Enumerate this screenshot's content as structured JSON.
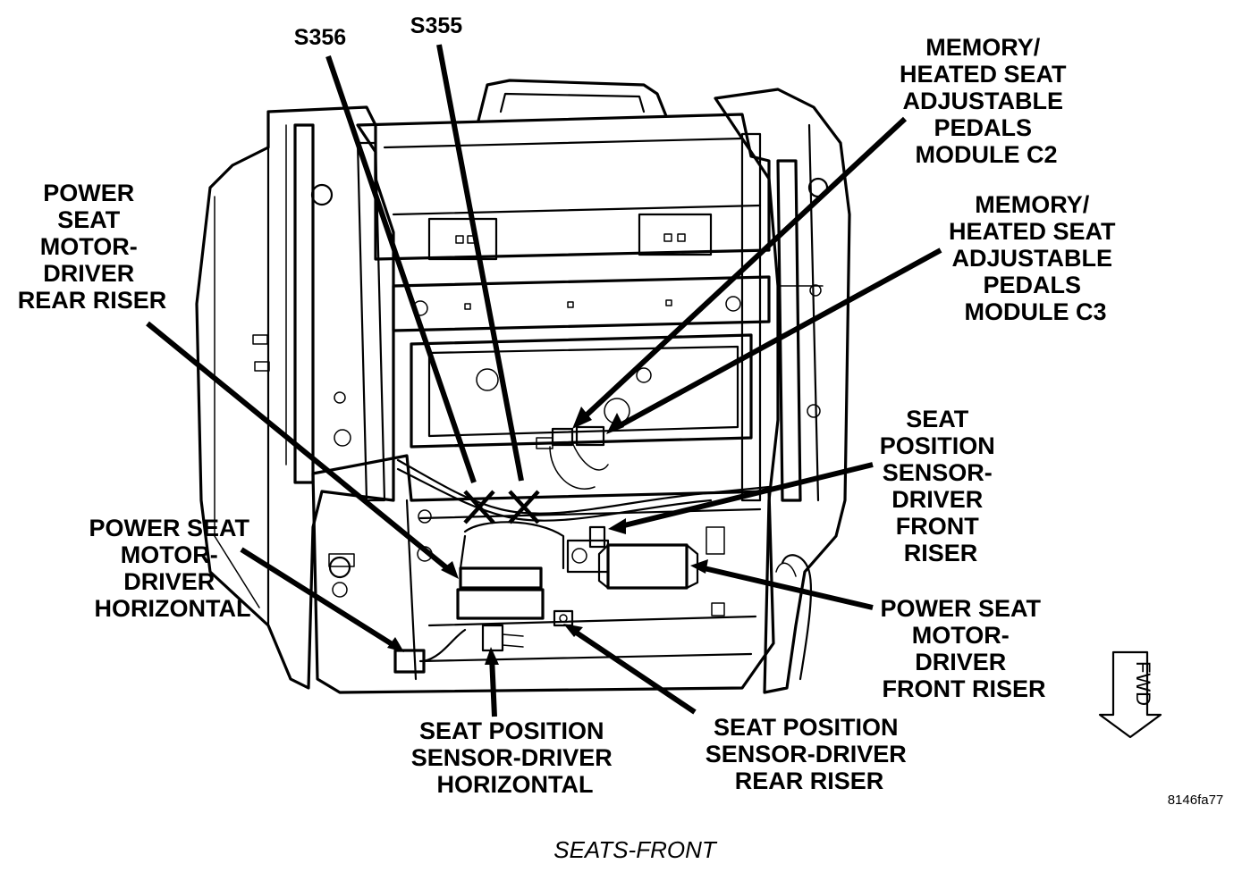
{
  "callouts": {
    "s356": "S356",
    "s355": "S355",
    "module_c2": [
      "MEMORY/",
      "HEATED SEAT",
      "ADJUSTABLE",
      "PEDALS",
      "MODULE C2"
    ],
    "module_c3": [
      "MEMORY/",
      "HEATED SEAT",
      "ADJUSTABLE",
      "PEDALS",
      "MODULE C3"
    ],
    "motor_rear_riser": [
      "POWER",
      "SEAT",
      "MOTOR-",
      "DRIVER",
      "REAR RISER"
    ],
    "sensor_front_riser": [
      "SEAT",
      "POSITION",
      "SENSOR-",
      "DRIVER",
      "FRONT",
      "RISER"
    ],
    "motor_horizontal": [
      "POWER SEAT",
      "MOTOR-",
      "DRIVER",
      "HORIZONTAL"
    ],
    "motor_front_riser": [
      "POWER SEAT",
      "MOTOR-",
      "DRIVER",
      "FRONT RISER"
    ],
    "sensor_horizontal": [
      "SEAT POSITION",
      "SENSOR-DRIVER",
      "HORIZONTAL"
    ],
    "sensor_rear_riser": [
      "SEAT POSITION",
      "SENSOR-DRIVER",
      "REAR RISER"
    ]
  },
  "direction_arrow": "FWD",
  "figure_id": "8146fa77",
  "caption": "SEATS-FRONT"
}
